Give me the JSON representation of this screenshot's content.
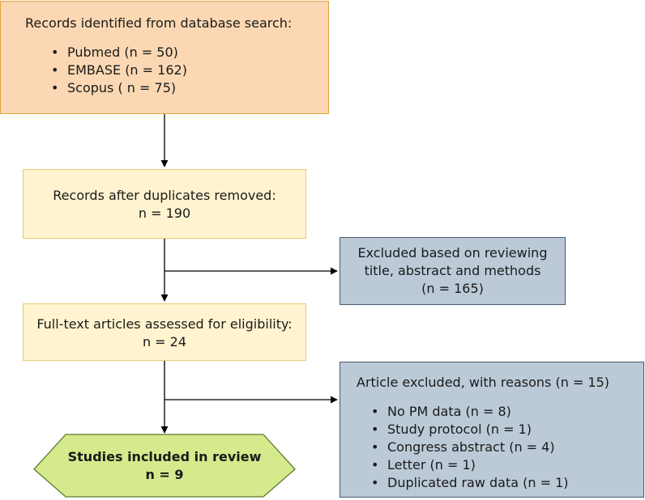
{
  "search": {
    "title": "Records identified from database search:",
    "items": [
      "Pubmed (n = 50)",
      "EMBASE (n = 162)",
      "Scopus ( n = 75)"
    ]
  },
  "dedup": {
    "line1": "Records after duplicates removed:",
    "line2": "n = 190"
  },
  "excluded_review": {
    "line1": "Excluded based on reviewing",
    "line2": "title, abstract and methods",
    "line3": "(n = 165)"
  },
  "fulltext": {
    "line1": "Full-text articles assessed for eligibility:",
    "line2": "n = 24"
  },
  "excluded_reasons": {
    "title": "Article excluded, with reasons (n = 15)",
    "items": [
      "No PM data (n = 8)",
      "Study protocol (n = 1)",
      "Congress abstract (n = 4)",
      "Letter (n = 1)",
      "Duplicated raw data (n = 1)"
    ]
  },
  "included": {
    "line1": "Studies included in review",
    "line2": "n = 9"
  },
  "colors": {
    "orange_fill": "#fbd8b3",
    "orange_border": "#e2a33c",
    "yellow_fill": "#fff4cf",
    "yellow_border": "#e6cb72",
    "blue_fill": "#bccad8",
    "blue_border": "#4a5b6b",
    "green_fill": "#d5ea8c",
    "green_border": "#5a7a2a"
  }
}
